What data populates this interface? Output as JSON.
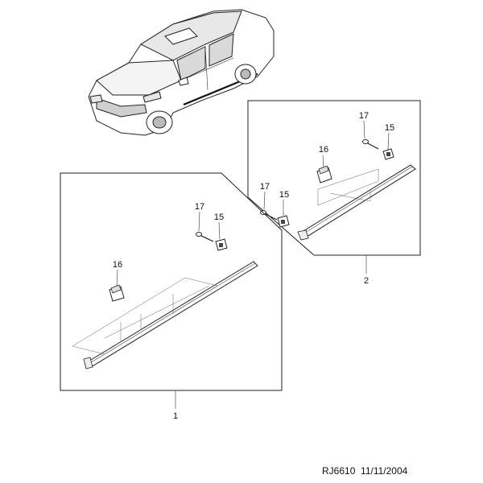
{
  "callouts": {
    "assembly_1": "1",
    "assembly_2": "2",
    "part_15_a": "15",
    "part_16_a": "16",
    "part_17_a": "17",
    "part_15_b": "15",
    "part_16_b": "16",
    "part_17_b": "17"
  },
  "footer": {
    "code": "RJ6610",
    "date": "11/11/2004"
  }
}
